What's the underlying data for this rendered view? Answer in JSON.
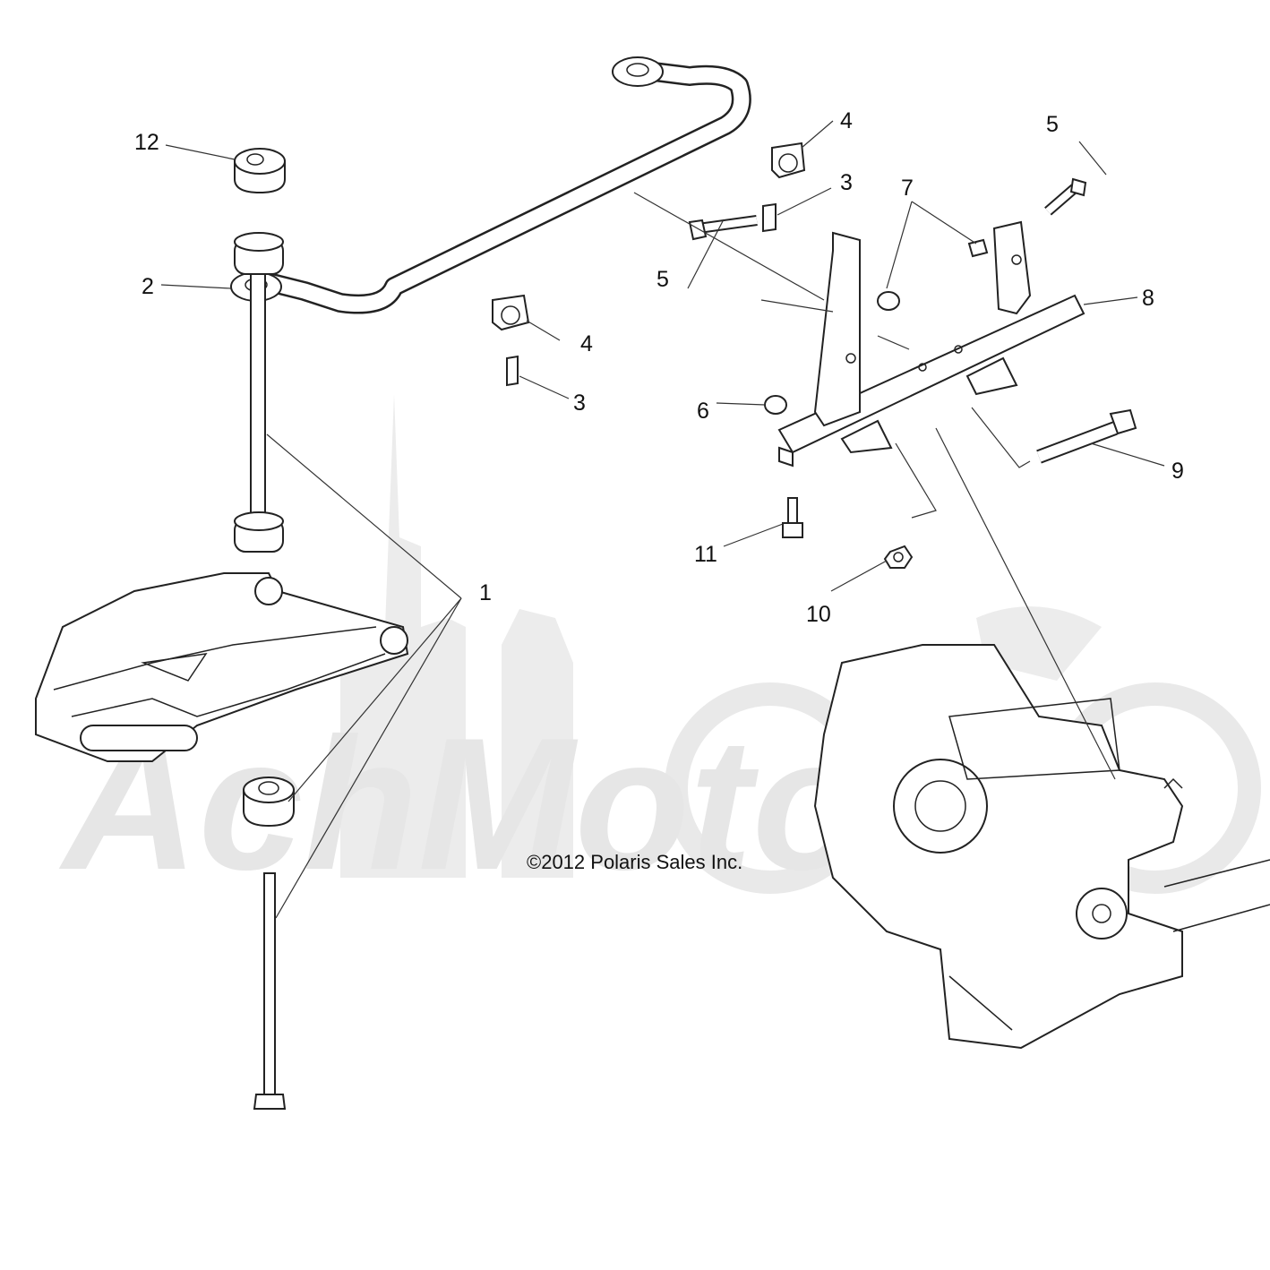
{
  "copyright": "©2012 Polaris Sales Inc.",
  "watermark": {
    "text": "AchMoto",
    "color": "#e6e6e6"
  },
  "callouts": [
    "12",
    "2",
    "1",
    "4",
    "3",
    "4",
    "3",
    "5",
    "5",
    "7",
    "8",
    "6",
    "9",
    "11",
    "10"
  ],
  "parts": [
    "stabilizer-bar",
    "bar-bushing",
    "end-link-rod",
    "lower-link-bushing",
    "lower-link-bolt",
    "top-bushing",
    "mount-clamp",
    "sleeve",
    "mount-bolt",
    "mount-nut",
    "mounting-bracket",
    "lock-nut",
    "long-bolt",
    "flange-bolt",
    "flange-nut",
    "lower-control-arm",
    "transmission-assembly"
  ]
}
